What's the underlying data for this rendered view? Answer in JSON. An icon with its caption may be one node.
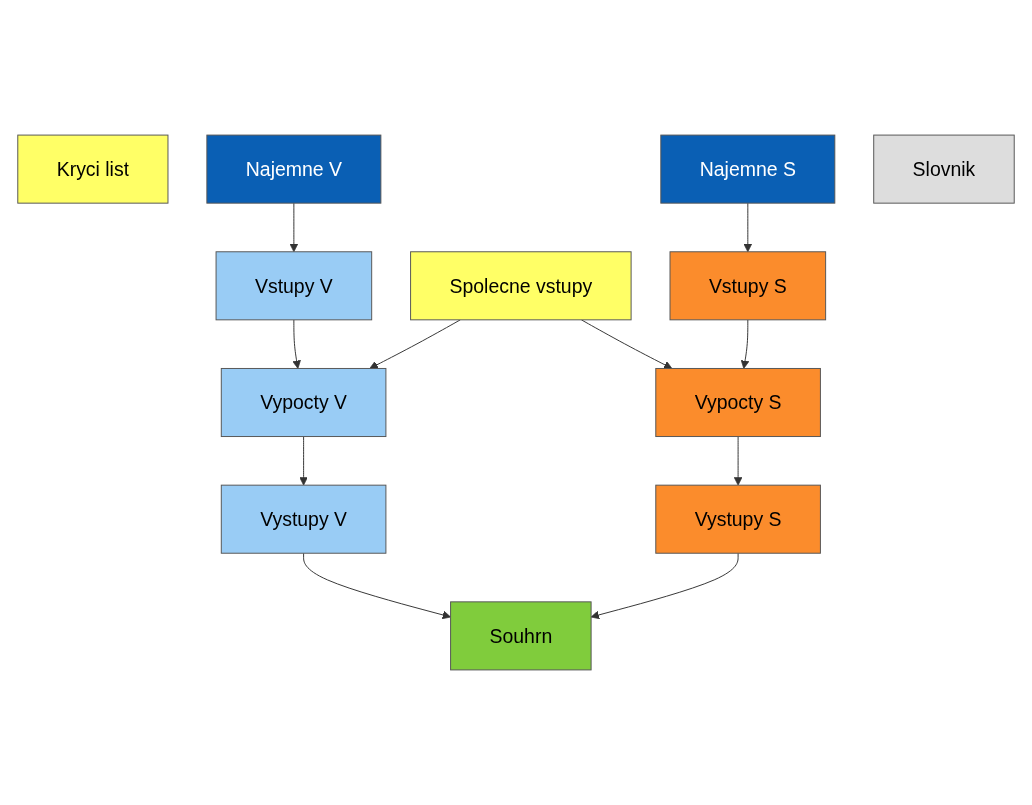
{
  "diagram": {
    "nodes": [
      {
        "text": [
          "Kryci list"
        ]
      },
      {
        "text": [
          "Najemne V"
        ]
      },
      {
        "text": [
          "Vstupy V"
        ]
      },
      {
        "text": [
          "Spolecne vstupy"
        ]
      },
      {
        "text": [
          "Vstupy S"
        ]
      },
      {
        "text": [
          "Najemne S"
        ]
      },
      {
        "text": [
          "Vypocty V"
        ]
      },
      {
        "text": [
          "Vypocty S"
        ]
      },
      {
        "text": [
          "Vystupy V"
        ]
      },
      {
        "text": [
          "Souhrn"
        ]
      },
      {
        "text": [
          "Vystupy S"
        ]
      },
      {
        "text": [
          "Slovnik"
        ]
      }
    ],
    "edges": [
      {
        "from": 1,
        "to": 2,
        "arrow": "to"
      },
      {
        "from": 5,
        "to": 4,
        "arrow": "to"
      },
      {
        "from": 2,
        "to": 6,
        "arrow": "to"
      },
      {
        "from": 3,
        "to": 6,
        "arrow": "to"
      },
      {
        "from": 3,
        "to": 7,
        "arrow": "to"
      },
      {
        "from": 4,
        "to": 7,
        "arrow": "to"
      },
      {
        "from": 6,
        "to": 8,
        "arrow": "to"
      },
      {
        "from": 7,
        "to": 10,
        "arrow": "to"
      },
      {
        "from": 8,
        "to": 9,
        "arrow": "to"
      },
      {
        "from": 10,
        "to": 9,
        "arrow": "to"
      }
    ]
  }
}
